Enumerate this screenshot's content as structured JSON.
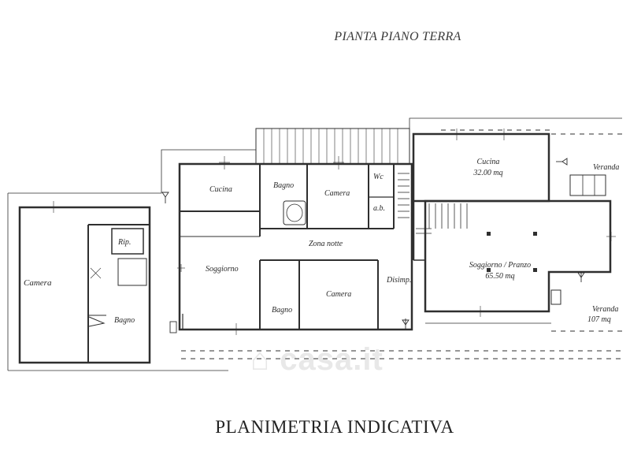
{
  "header": {
    "subtitle": "PIANTA PIANO TERRA"
  },
  "footer": {
    "caption": "PLANIMETRIA INDICATIVA"
  },
  "rooms": {
    "camera_left": "Camera",
    "rip": "Rip.",
    "bagno_left": "Bagno",
    "cucina_left": "Cucina",
    "soggiorno": "Soggiorno",
    "bagno_upper": "Bagno",
    "camera_upper": "Camera",
    "wc": "Wc",
    "ab": "a.b.",
    "zona_notte": "Zona notte",
    "bagno_lower": "Bagno",
    "camera_lower": "Camera",
    "disimp": "Disimp.",
    "cucina_right": "Cucina",
    "cucina_right_area": "32.00 mq",
    "soggiorno_pranzo": "Soggiorno / Pranzo",
    "soggiorno_pranzo_area": "65.50 mq",
    "veranda_top": "Veranda",
    "veranda_bottom": "Veranda",
    "veranda_bottom_area": "107 mq"
  },
  "watermark": {
    "text": "casa.it",
    "icon": "house-icon"
  },
  "colors": {
    "wall": "#2f2f2f",
    "line": "#555555",
    "background": "#ffffff"
  }
}
